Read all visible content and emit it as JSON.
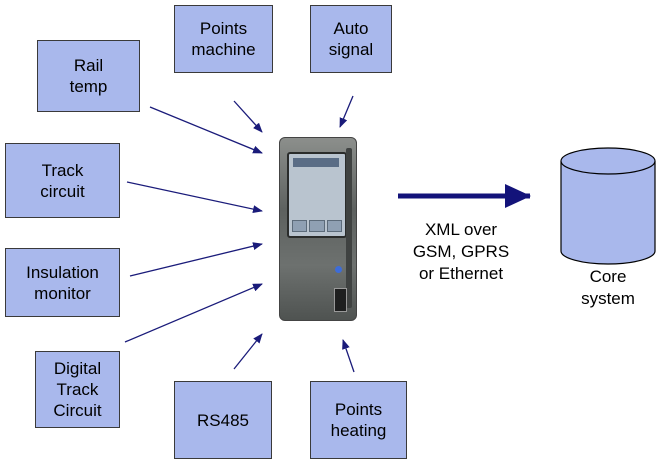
{
  "inputs": [
    {
      "id": "points-machine",
      "label": "Points\nmachine"
    },
    {
      "id": "auto-signal",
      "label": "Auto\nsignal"
    },
    {
      "id": "rail-temp",
      "label": "Rail\ntemp"
    },
    {
      "id": "track-circuit",
      "label": "Track\ncircuit"
    },
    {
      "id": "insulation-monitor",
      "label": "Insulation\nmonitor"
    },
    {
      "id": "digital-track-circuit",
      "label": "Digital\nTrack\nCircuit"
    },
    {
      "id": "rs485",
      "label": "RS485"
    },
    {
      "id": "points-heating",
      "label": "Points\nheating"
    }
  ],
  "link": {
    "label": "XML over\nGSM, GPRS\nor  Ethernet"
  },
  "core": {
    "label": "Core\nsystem"
  },
  "colors": {
    "box_fill": "#a9b8ec",
    "arrow": "#1a1b7a",
    "big_arrow": "#13137a"
  }
}
